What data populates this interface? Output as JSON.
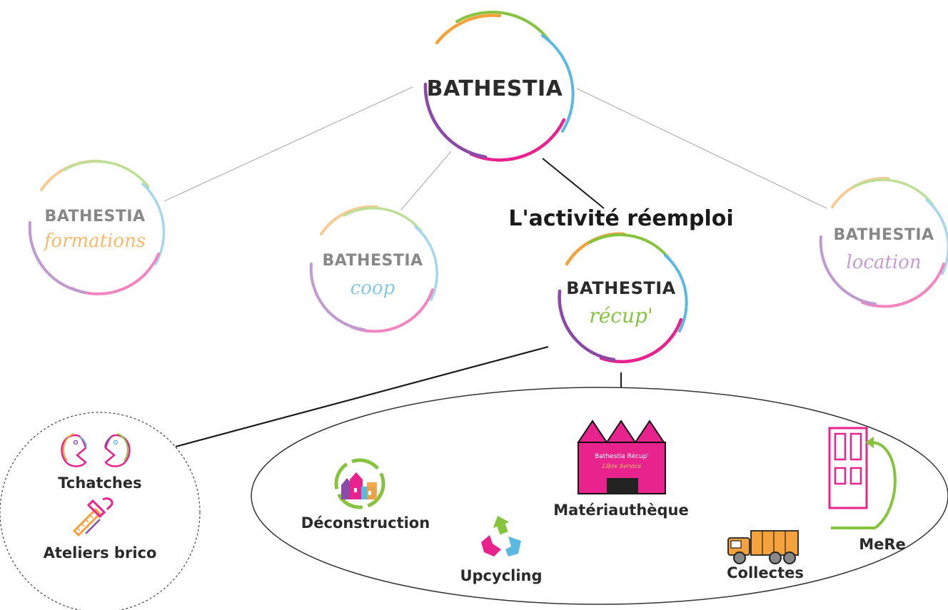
{
  "diagram": {
    "root": {
      "brand": "BATHESTIA"
    },
    "heading": "L'activité réemploi",
    "branches": {
      "formations": {
        "brand": "BATHESTIA",
        "sub": "formations",
        "sub_color": "#f4a23c"
      },
      "coop": {
        "brand": "BATHESTIA",
        "sub": "coop",
        "sub_color": "#5bb8e0"
      },
      "recup": {
        "brand": "BATHESTIA",
        "sub": "récup'",
        "sub_color": "#86c440"
      },
      "location": {
        "brand": "BATHESTIA",
        "sub": "location",
        "sub_color": "#b07cc6"
      }
    },
    "left_group": {
      "items": [
        {
          "label": "Tchatches",
          "icon": "chat-faces-icon"
        },
        {
          "label": "Ateliers brico",
          "icon": "tools-icon"
        }
      ]
    },
    "right_group": {
      "items": [
        {
          "label": "Déconstruction",
          "icon": "deconstruction-icon"
        },
        {
          "label": "Upcycling",
          "icon": "recycle-icon"
        },
        {
          "label": "Matériauthèque",
          "icon": "warehouse-icon"
        },
        {
          "label": "Collectes",
          "icon": "truck-icon"
        },
        {
          "label": "MeRe",
          "icon": "door-icon"
        }
      ],
      "building_sign": "Bathestia Récup'",
      "building_subsign": "Libre Service"
    },
    "colors": {
      "orange": "#f4a23c",
      "green": "#86c440",
      "blue": "#5bb8e0",
      "pink": "#e8238e",
      "purple": "#8b4aa8",
      "brand_text": "#2b2b2b",
      "faded_brand": "#888888"
    }
  }
}
